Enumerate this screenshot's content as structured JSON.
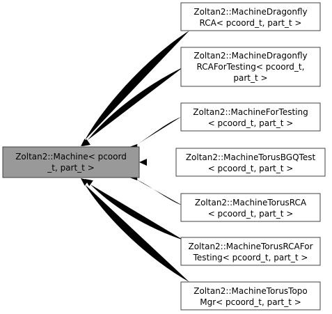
{
  "diagram": {
    "edge_color": "#63b8ff",
    "base_fill": "#999999",
    "child_fill": "#ffffff",
    "border_color": "#404040",
    "base": {
      "lines": [
        "Zoltan2::Machine< pcoord",
        "_t, part_t >"
      ]
    },
    "children": [
      {
        "lines": [
          "Zoltan2::MachineDragonfly",
          "RCA< pcoord_t, part_t >"
        ]
      },
      {
        "lines": [
          "Zoltan2::MachineDragonfly",
          "RCAForTesting< pcoord_t,",
          "part_t >"
        ]
      },
      {
        "lines": [
          "Zoltan2::MachineForTesting",
          "< pcoord_t, part_t >"
        ]
      },
      {
        "lines": [
          "Zoltan2::MachineTorusBGQTest",
          "< pcoord_t, part_t >"
        ]
      },
      {
        "lines": [
          "Zoltan2::MachineTorusRCA",
          "< pcoord_t, part_t >"
        ]
      },
      {
        "lines": [
          "Zoltan2::MachineTorusRCAFor",
          "Testing< pcoord_t, part_t >"
        ]
      },
      {
        "lines": [
          "Zoltan2::MachineTorusTopo",
          "Mgr< pcoord_t, part_t >"
        ]
      }
    ]
  }
}
